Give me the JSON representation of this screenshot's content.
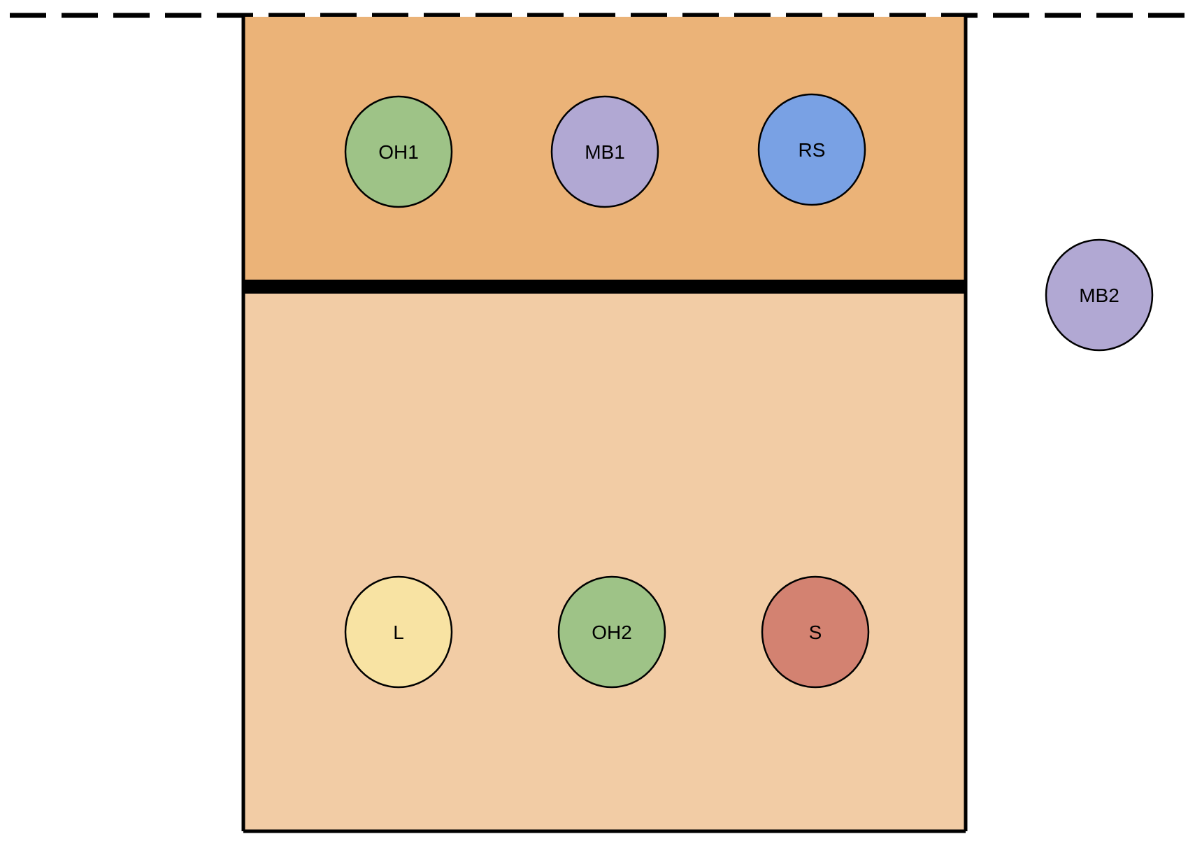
{
  "court": {
    "colors": {
      "front_zone": "#ebb378",
      "back_zone": "#f2cca5",
      "outline": "#000000",
      "background": "#ffffff"
    }
  },
  "players": [
    {
      "id": "oh1",
      "label": "OH1",
      "color": "#9ec387",
      "zone": "front"
    },
    {
      "id": "mb1",
      "label": "MB1",
      "color": "#b1a8d3",
      "zone": "front"
    },
    {
      "id": "rs",
      "label": "RS",
      "color": "#79a1e4",
      "zone": "front"
    },
    {
      "id": "mb2",
      "label": "MB2",
      "color": "#b1a8d3",
      "zone": "bench"
    },
    {
      "id": "l",
      "label": "L",
      "color": "#f8e3a3",
      "zone": "back"
    },
    {
      "id": "oh2",
      "label": "OH2",
      "color": "#9ec387",
      "zone": "back"
    },
    {
      "id": "s",
      "label": "S",
      "color": "#d38271",
      "zone": "back"
    }
  ]
}
